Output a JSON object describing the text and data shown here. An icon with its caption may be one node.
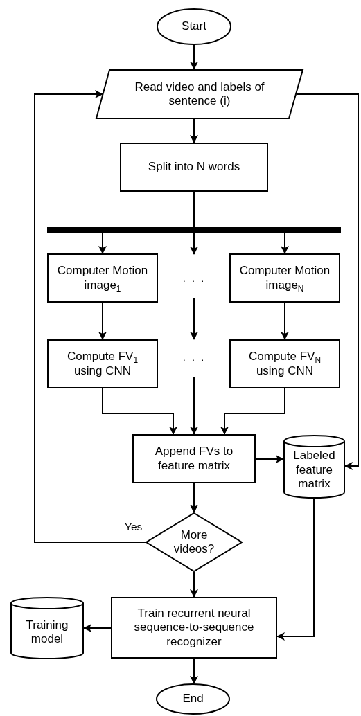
{
  "diagram": {
    "nodes": [
      {
        "text": [
          "Start"
        ]
      },
      {
        "text": [
          "Read video and labels of sentence (i)"
        ]
      },
      {
        "text": [
          "Split into N words"
        ]
      },
      {
        "text": [],
        "shape": "bar"
      },
      {
        "text": [
          "Computer Motion image$_{1}$"
        ]
      },
      {
        "text": [
          "Computer Motion image$_{N}$"
        ]
      },
      {
        "text": [
          "Compute FV$_{1}$ using CNN"
        ]
      },
      {
        "text": [
          "Compute FV$_{N}$ using CNN"
        ]
      },
      {
        "text": [
          "Append FVs to feature matrix"
        ]
      },
      {
        "text": [
          "Labeled feature matrix"
        ]
      },
      {
        "text": [
          "More videos?"
        ]
      },
      {
        "text": [
          "Train recurrent neural sequence-to-sequence recognizer"
        ]
      },
      {
        "text": [
          "Training model"
        ]
      },
      {
        "text": [
          "End"
        ]
      }
    ],
    "edges": [
      {
        "from": 0,
        "to": 1,
        "arrow": "to"
      },
      {
        "from": 1,
        "to": 2,
        "arrow": "to"
      },
      {
        "from": 2,
        "to": 3,
        "arrow": "none"
      },
      {
        "from": 3,
        "to": 4,
        "arrow": "to"
      },
      {
        "from": 3,
        "to": null,
        "arrow": "to"
      },
      {
        "from": 3,
        "to": 5,
        "arrow": "to"
      },
      {
        "from": 4,
        "to": 6,
        "arrow": "to"
      },
      {
        "from": 5,
        "to": 7,
        "arrow": "to"
      },
      {
        "from": 6,
        "to": 8,
        "arrow": "to"
      },
      {
        "from": null,
        "to": 8,
        "arrow": "to"
      },
      {
        "from": 7,
        "to": 8,
        "arrow": "to"
      },
      {
        "from": 8,
        "to": 9,
        "arrow": "to"
      },
      {
        "from": 8,
        "to": 10,
        "arrow": "to"
      },
      {
        "from": 10,
        "to": 1,
        "arrow": "to",
        "label": "Yes"
      },
      {
        "from": 10,
        "to": 11,
        "arrow": "to"
      },
      {
        "from": 9,
        "to": 11,
        "arrow": "to"
      },
      {
        "from": 11,
        "to": 12,
        "arrow": "to"
      },
      {
        "from": 11,
        "to": 13,
        "arrow": "to"
      },
      {
        "from": 1,
        "to": 9,
        "arrow": "to"
      }
    ],
    "labels": [
      "· · ·",
      "· · ·"
    ]
  }
}
